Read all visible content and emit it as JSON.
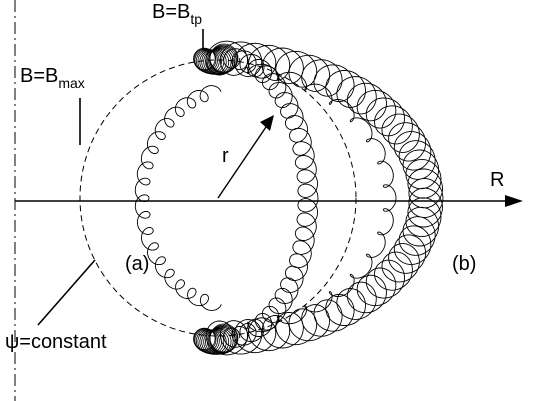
{
  "labels": {
    "b_max_main": "B=B",
    "b_max_sub": "max",
    "b_tp_main": "B=B",
    "b_tp_sub": "tp",
    "radius": "r",
    "axis": "R",
    "orbit_a": "(a)",
    "orbit_b": "(b)",
    "flux_surface": "ψ=constant"
  },
  "colors": {
    "line": "#000000",
    "background": "#ffffff"
  }
}
